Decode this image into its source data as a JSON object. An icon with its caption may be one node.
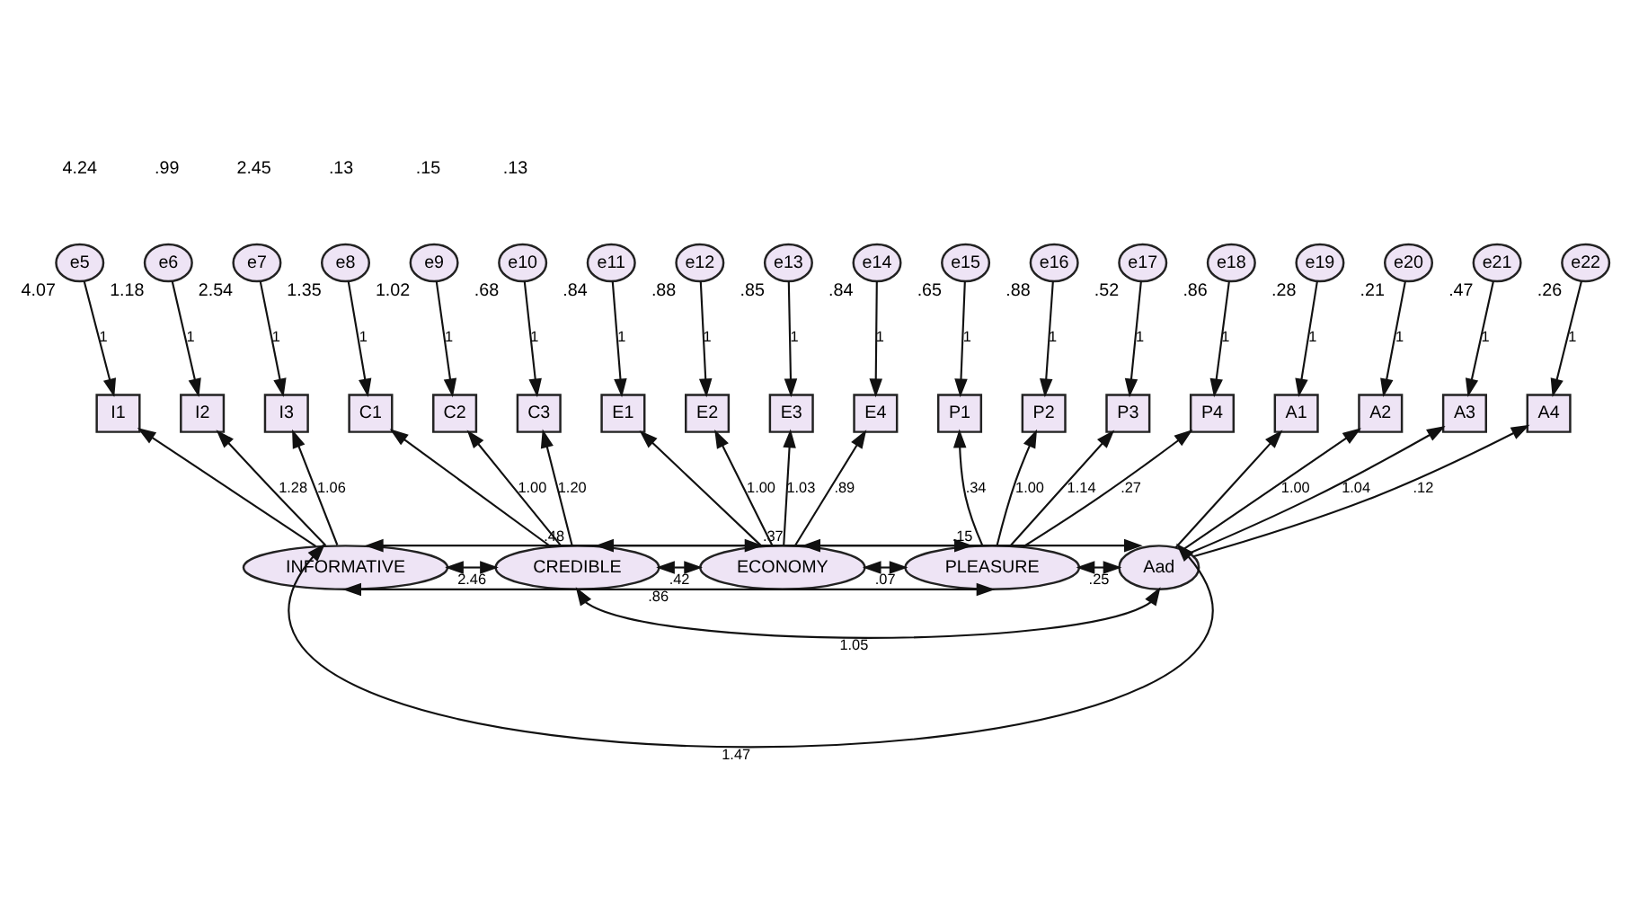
{
  "diagram": {
    "nodes": [
      {
        "text": [
          "e5"
        ],
        "beside": [
          "4.07"
        ]
      },
      {
        "text": [
          "e6"
        ],
        "beside": [
          "1.18"
        ]
      },
      {
        "text": [
          "e7"
        ],
        "beside": [
          "2.54"
        ]
      },
      {
        "text": [
          "e8"
        ],
        "beside": [
          "1.35"
        ]
      },
      {
        "text": [
          "e9"
        ],
        "beside": [
          "1.02"
        ]
      },
      {
        "text": [
          "e10"
        ],
        "beside": [
          ".68"
        ]
      },
      {
        "text": [
          "e11"
        ],
        "beside": [
          ".84"
        ]
      },
      {
        "text": [
          "e12"
        ],
        "beside": [
          ".88"
        ]
      },
      {
        "text": [
          "e13"
        ],
        "beside": [
          ".85"
        ]
      },
      {
        "text": [
          "e14"
        ],
        "beside": [
          ".84"
        ]
      },
      {
        "text": [
          "e15"
        ],
        "beside": [
          ".65"
        ]
      },
      {
        "text": [
          "e16"
        ],
        "beside": [
          ".88"
        ]
      },
      {
        "text": [
          "e17"
        ],
        "beside": [
          ".52"
        ]
      },
      {
        "text": [
          "e18"
        ],
        "beside": [
          ".86"
        ]
      },
      {
        "text": [
          "e19"
        ],
        "beside": [
          ".28"
        ]
      },
      {
        "text": [
          "e20"
        ],
        "beside": [
          ".21"
        ]
      },
      {
        "text": [
          "e21"
        ],
        "beside": [
          ".47"
        ]
      },
      {
        "text": [
          "e22"
        ],
        "beside": [
          ".26"
        ]
      },
      {
        "text": [
          "I1"
        ]
      },
      {
        "text": [
          "I2"
        ]
      },
      {
        "text": [
          "I3"
        ]
      },
      {
        "text": [
          "C1"
        ]
      },
      {
        "text": [
          "C2"
        ]
      },
      {
        "text": [
          "C3"
        ]
      },
      {
        "text": [
          "E1"
        ]
      },
      {
        "text": [
          "E2"
        ]
      },
      {
        "text": [
          "E3"
        ]
      },
      {
        "text": [
          "E4"
        ]
      },
      {
        "text": [
          "P1"
        ]
      },
      {
        "text": [
          "P2"
        ]
      },
      {
        "text": [
          "P3"
        ]
      },
      {
        "text": [
          "P4"
        ]
      },
      {
        "text": [
          "A1"
        ]
      },
      {
        "text": [
          "A2"
        ]
      },
      {
        "text": [
          "A3"
        ]
      },
      {
        "text": [
          "A4"
        ]
      },
      {
        "text": [
          "INFORMATIVE"
        ]
      },
      {
        "text": [
          "CREDIBLE"
        ]
      },
      {
        "text": [
          "ECONOMY"
        ]
      },
      {
        "text": [
          "PLEASURE"
        ]
      },
      {
        "text": [
          "Aad"
        ]
      }
    ],
    "edges": [
      {
        "from": 0,
        "to": 18,
        "arrow": "to",
        "label": "1"
      },
      {
        "from": 1,
        "to": 19,
        "arrow": "to",
        "label": "1"
      },
      {
        "from": 2,
        "to": 20,
        "arrow": "to",
        "label": "1"
      },
      {
        "from": 3,
        "to": 21,
        "arrow": "to",
        "label": "1"
      },
      {
        "from": 4,
        "to": 22,
        "arrow": "to",
        "label": "1"
      },
      {
        "from": 5,
        "to": 23,
        "arrow": "to",
        "label": "1"
      },
      {
        "from": 6,
        "to": 24,
        "arrow": "to",
        "label": "1"
      },
      {
        "from": 7,
        "to": 25,
        "arrow": "to",
        "label": "1"
      },
      {
        "from": 8,
        "to": 26,
        "arrow": "to",
        "label": "1"
      },
      {
        "from": 9,
        "to": 27,
        "arrow": "to",
        "label": "1"
      },
      {
        "from": 10,
        "to": 28,
        "arrow": "to",
        "label": "1"
      },
      {
        "from": 11,
        "to": 29,
        "arrow": "to",
        "label": "1"
      },
      {
        "from": 12,
        "to": 30,
        "arrow": "to",
        "label": "1"
      },
      {
        "from": 13,
        "to": 31,
        "arrow": "to",
        "label": "1"
      },
      {
        "from": 14,
        "to": 32,
        "arrow": "to",
        "label": "1"
      },
      {
        "from": 15,
        "to": 33,
        "arrow": "to",
        "label": "1"
      },
      {
        "from": 16,
        "to": 34,
        "arrow": "to",
        "label": "1"
      },
      {
        "from": 17,
        "to": 35,
        "arrow": "to",
        "label": "1"
      },
      {
        "from": 36,
        "to": 18,
        "arrow": "to"
      },
      {
        "from": 36,
        "to": 19,
        "arrow": "to",
        "label": "1.28"
      },
      {
        "from": 36,
        "to": 20,
        "arrow": "to",
        "label": "1.06"
      },
      {
        "from": 37,
        "to": 21,
        "arrow": "to"
      },
      {
        "from": 37,
        "to": 22,
        "arrow": "to",
        "label": "1.00"
      },
      {
        "from": 37,
        "to": 23,
        "arrow": "to",
        "label": "1.20"
      },
      {
        "from": 38,
        "to": 24,
        "arrow": "to"
      },
      {
        "from": 38,
        "to": 25,
        "arrow": "to",
        "label": "1.00"
      },
      {
        "from": 38,
        "to": 26,
        "arrow": "to",
        "label": "1.03"
      },
      {
        "from": 38,
        "to": 27,
        "arrow": "to",
        "label": ".89"
      },
      {
        "from": 39,
        "to": 28,
        "arrow": "to",
        "label": ".34"
      },
      {
        "from": 39,
        "to": 29,
        "arrow": "to",
        "label": "1.00"
      },
      {
        "from": 39,
        "to": 30,
        "arrow": "to",
        "label": "1.14"
      },
      {
        "from": 39,
        "to": 31,
        "arrow": "to",
        "label": ".27"
      },
      {
        "from": 40,
        "to": 32,
        "arrow": "to"
      },
      {
        "from": 40,
        "to": 33,
        "arrow": "to",
        "label": "1.00"
      },
      {
        "from": 40,
        "to": 34,
        "arrow": "to",
        "label": "1.04"
      },
      {
        "from": 40,
        "to": 35,
        "arrow": "to",
        "label": ".12"
      },
      {
        "from": 36,
        "to": 37,
        "arrow": "both",
        "label": "2.46"
      },
      {
        "from": 37,
        "to": 38,
        "arrow": "both",
        "label": ".42"
      },
      {
        "from": 38,
        "to": 39,
        "arrow": "both",
        "label": ".07"
      },
      {
        "from": 39,
        "to": 40,
        "arrow": "both",
        "label": ".25"
      },
      {
        "from": 36,
        "to": 38,
        "arrow": "both",
        "label": ".48"
      },
      {
        "from": 37,
        "to": 39,
        "arrow": "both",
        "label": ".37"
      },
      {
        "from": 38,
        "to": 40,
        "arrow": "both",
        "label": ".15"
      },
      {
        "from": 36,
        "to": 39,
        "arrow": "both",
        "label": ".86"
      },
      {
        "from": 37,
        "to": 40,
        "arrow": "both",
        "label": "1.05"
      },
      {
        "from": 36,
        "to": 40,
        "arrow": "both",
        "label": "1.47"
      }
    ],
    "labels": [
      "4.24",
      ".99",
      "2.45",
      ".13",
      ".15",
      ".13"
    ]
  }
}
